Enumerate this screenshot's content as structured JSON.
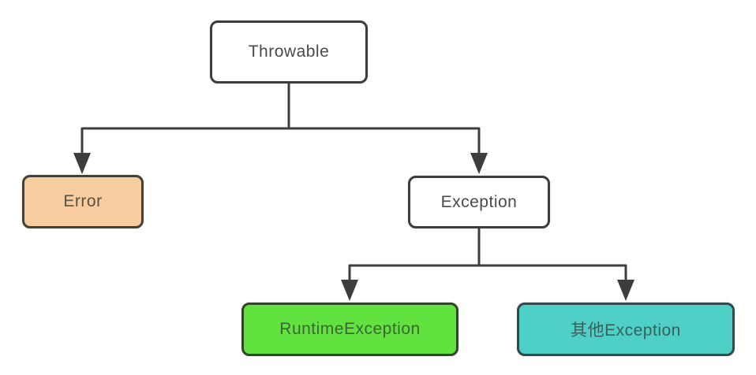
{
  "diagram": {
    "background": "#ffffff",
    "line_color": "#3d3d3d",
    "nodes": [
      {
        "id": "throwable",
        "label": "Throwable",
        "fill": "#ffffff",
        "border": "#3d3d3d",
        "text_color": "#4a4a4a"
      },
      {
        "id": "error",
        "label": "Error",
        "fill": "#f7cc9e",
        "border": "#44403a",
        "text_color": "#5b5044"
      },
      {
        "id": "exception",
        "label": "Exception",
        "fill": "#ffffff",
        "border": "#3d3d3d",
        "text_color": "#4a4a4a"
      },
      {
        "id": "runtime_exception",
        "label": "RuntimeException",
        "fill": "#62e23e",
        "border": "#31452b",
        "text_color": "#3c6535"
      },
      {
        "id": "other_exception",
        "label": "其他Exception",
        "fill": "#4fd0c7",
        "border": "#33494a",
        "text_color": "#3a5f5c"
      }
    ],
    "edges": [
      {
        "from": "Throwable",
        "to": "Error"
      },
      {
        "from": "Throwable",
        "to": "Exception"
      },
      {
        "from": "Exception",
        "to": "RuntimeException"
      },
      {
        "from": "Exception",
        "to": "其他Exception"
      }
    ]
  }
}
